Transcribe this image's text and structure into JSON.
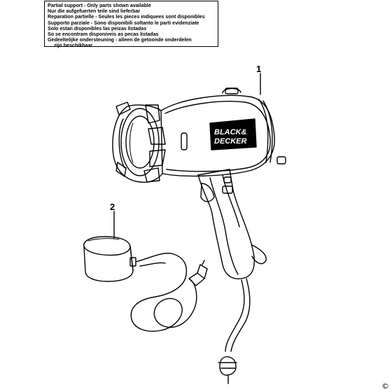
{
  "notice": {
    "lines": [
      "Partial support - Only parts shown available",
      "Nur die aufgefuerten teile sind lieferbar",
      "Reparation partielle - Seules les pieces indiquees sont disponibles",
      "Supporto parziale - Sono disponibili soltanto le parti evidenziate",
      "Solo estan disponibles las peizas listadas",
      "So se encontram disponiveis as pecas listadas",
      "Gedeeltelijke ondersteuning - alleen de getoonde onderdelen",
      "zijn beschikbaar"
    ]
  },
  "parts": [
    {
      "number": "1",
      "item": "spotlight"
    },
    {
      "number": "2",
      "item": "charger"
    }
  ],
  "brand": {
    "line1": "BLACK&",
    "line2": "DECKER"
  },
  "copyright": "©"
}
